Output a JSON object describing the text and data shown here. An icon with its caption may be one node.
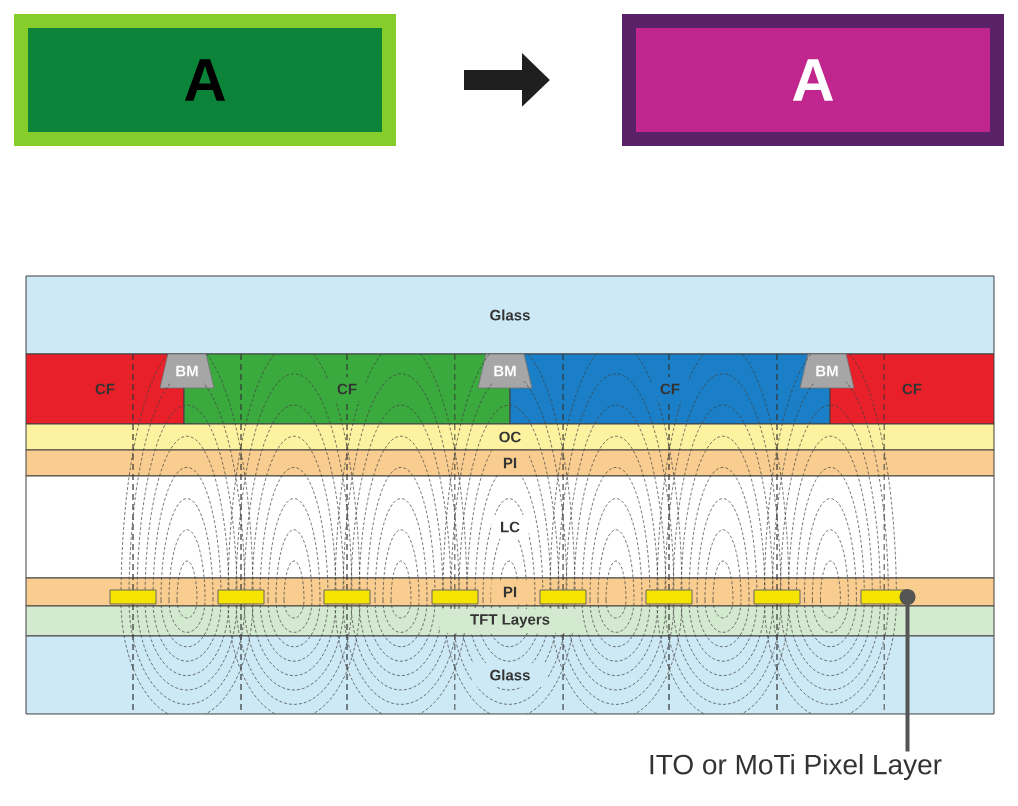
{
  "diagram": {
    "nodes": [
      {
        "text": [
          "A"
        ]
      },
      {
        "text": [
          "A"
        ]
      },
      {
        "text": [
          "Glass"
        ]
      },
      {
        "text": [
          "CF"
        ]
      },
      {
        "text": [
          "CF"
        ]
      },
      {
        "text": [
          "CF"
        ]
      },
      {
        "text": [
          "CF"
        ]
      },
      {
        "text": [
          "BM"
        ]
      },
      {
        "text": [
          "BM"
        ]
      },
      {
        "text": [
          "BM"
        ]
      },
      {
        "text": [
          "OC"
        ]
      },
      {
        "text": [
          "PI"
        ]
      },
      {
        "text": [
          "LC"
        ]
      },
      {
        "text": [
          "PI"
        ]
      },
      {
        "text": [
          "TFT Layers"
        ]
      },
      {
        "text": [
          "Glass"
        ]
      },
      {
        "text": [],
        "shape": "bar",
        "in": 13
      },
      {
        "text": [],
        "shape": "bar",
        "in": 13
      },
      {
        "text": [],
        "shape": "bar",
        "in": 13
      },
      {
        "text": [],
        "shape": "bar",
        "in": 13
      },
      {
        "text": [],
        "shape": "bar",
        "in": 13
      },
      {
        "text": [],
        "shape": "bar",
        "in": 13
      },
      {
        "text": [],
        "shape": "bar",
        "in": 13
      },
      {
        "text": [],
        "shape": "bar",
        "in": 13
      },
      {
        "text": [
          "ITO or MoTi Pixel Layer"
        ]
      }
    ],
    "edges": [
      {
        "from": 0,
        "to": 1,
        "arrow": "to",
        "style": "thick"
      },
      {
        "from": 24,
        "to": 23,
        "arrow": "other"
      }
    ]
  }
}
